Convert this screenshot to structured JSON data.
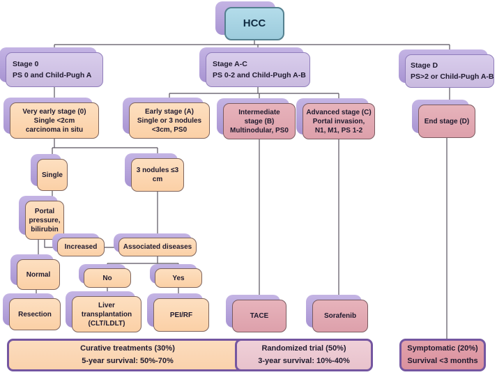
{
  "diagram_title": "HCC staging and treatment flowchart",
  "colors": {
    "hcc_fill": "#a9d4e4",
    "stage_box_fill": "#d3c6e7",
    "treatment_box_fill": "#fcd6b2",
    "advanced_box_fill": "#e2aab2",
    "shadow_purple": "#b3a0d8",
    "summary_border": "#7456a0",
    "connector": "#57525e"
  },
  "nodes": {
    "hcc": {
      "lines": [
        "HCC"
      ]
    },
    "stage0": {
      "lines": [
        "Stage 0",
        "PS 0 and Child-Pugh A"
      ]
    },
    "stageAC": {
      "lines": [
        "Stage A-C",
        "PS 0-2 and Child-Pugh A-B"
      ]
    },
    "stageD": {
      "lines": [
        "Stage D",
        "PS>2 or Child-Pugh A-B"
      ]
    },
    "veryEarly": {
      "lines": [
        "Very early stage (0)",
        "Single <2cm",
        "carcinoma in situ"
      ]
    },
    "earlyA": {
      "lines": [
        "Early stage (A)",
        "Single or 3 nodules",
        "<3cm, PS0"
      ]
    },
    "intermediateB": {
      "lines": [
        "Intermediate",
        "stage (B)",
        "Multinodular, PS0"
      ]
    },
    "advancedC": {
      "lines": [
        "Advanced stage (C)",
        "Portal invasion,",
        "N1, M1, PS 1-2"
      ]
    },
    "endD": {
      "lines": [
        "End stage (D)"
      ]
    },
    "single": {
      "lines": [
        "Single"
      ]
    },
    "nodules3": {
      "lines": [
        "3 nodules ≤3",
        "cm"
      ]
    },
    "portalPressure": {
      "lines": [
        "Portal",
        "pressure,",
        "bilirubin"
      ]
    },
    "increased": {
      "lines": [
        "Increased"
      ]
    },
    "associatedDiseases": {
      "lines": [
        "Associated diseases"
      ]
    },
    "normal": {
      "lines": [
        "Normal"
      ]
    },
    "no": {
      "lines": [
        "No"
      ]
    },
    "yes": {
      "lines": [
        "Yes"
      ]
    },
    "resection": {
      "lines": [
        "Resection"
      ]
    },
    "liverTransplant": {
      "lines": [
        "Liver",
        "transplantation",
        "(CLT/LDLT)"
      ]
    },
    "peiRf": {
      "lines": [
        "PEI/RF"
      ]
    },
    "tace": {
      "lines": [
        "TACE"
      ]
    },
    "sorafenib": {
      "lines": [
        "Sorafenib"
      ]
    },
    "curative": {
      "lines": [
        "Curative treatments (30%)",
        "5-year survival: 50%-70%"
      ]
    },
    "randomized": {
      "lines": [
        "Randomized trial (50%)",
        "3-year survival: 10%-40%"
      ]
    },
    "symptomatic": {
      "lines": [
        "Symptomatic (20%)",
        "Survival <3 months"
      ]
    }
  }
}
